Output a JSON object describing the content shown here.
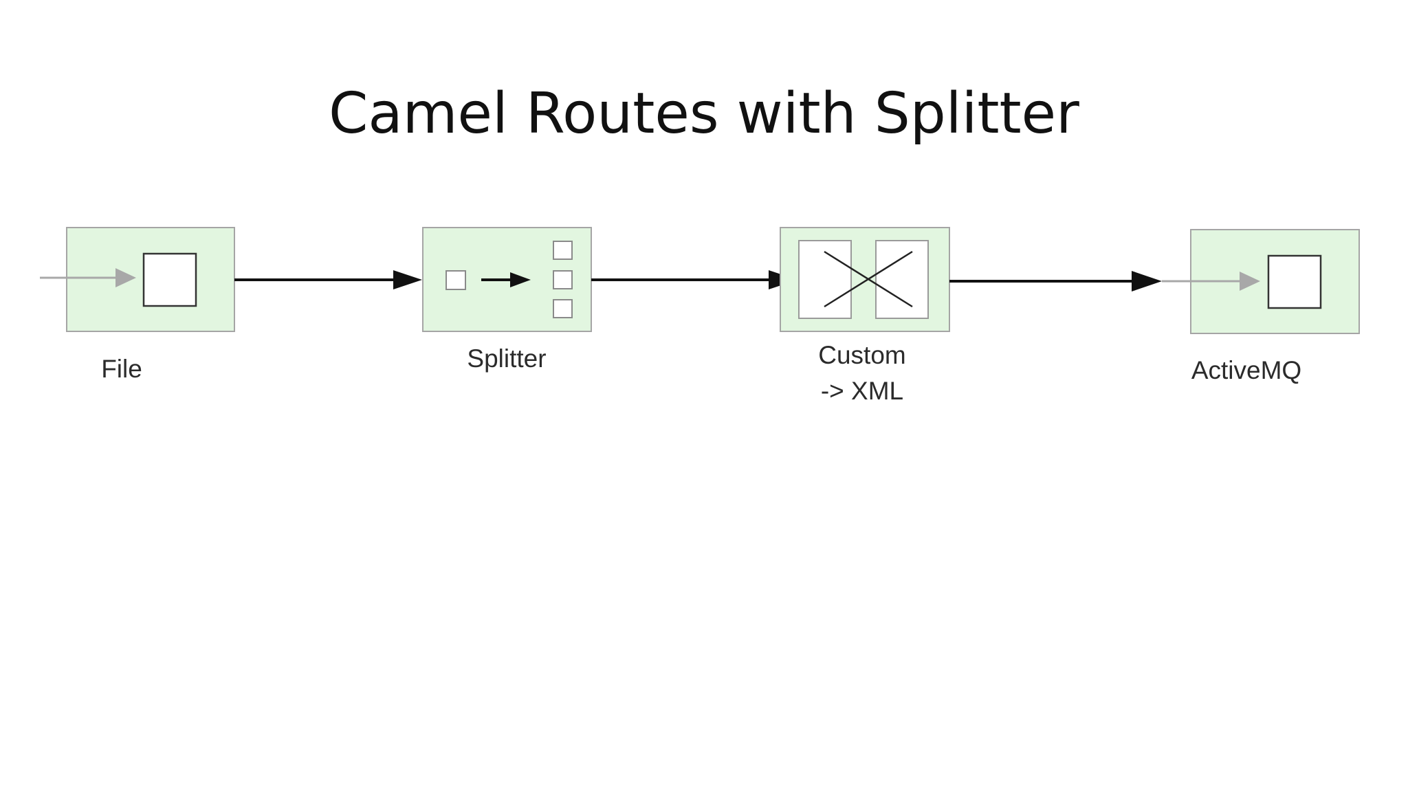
{
  "title": "Camel Routes with Splitter",
  "colors": {
    "node_fill": "#e2f6e0",
    "node_stroke": "#a5a5a5",
    "arrow": "#111111",
    "faded_arrow": "#a8a8a8"
  },
  "nodes": [
    {
      "id": "file",
      "label_lines": [
        "File"
      ]
    },
    {
      "id": "splitter",
      "label_lines": [
        "Splitter"
      ]
    },
    {
      "id": "custom",
      "label_lines": [
        "Custom",
        "-> XML"
      ]
    },
    {
      "id": "activemq",
      "label_lines": [
        "ActiveMQ"
      ]
    }
  ]
}
